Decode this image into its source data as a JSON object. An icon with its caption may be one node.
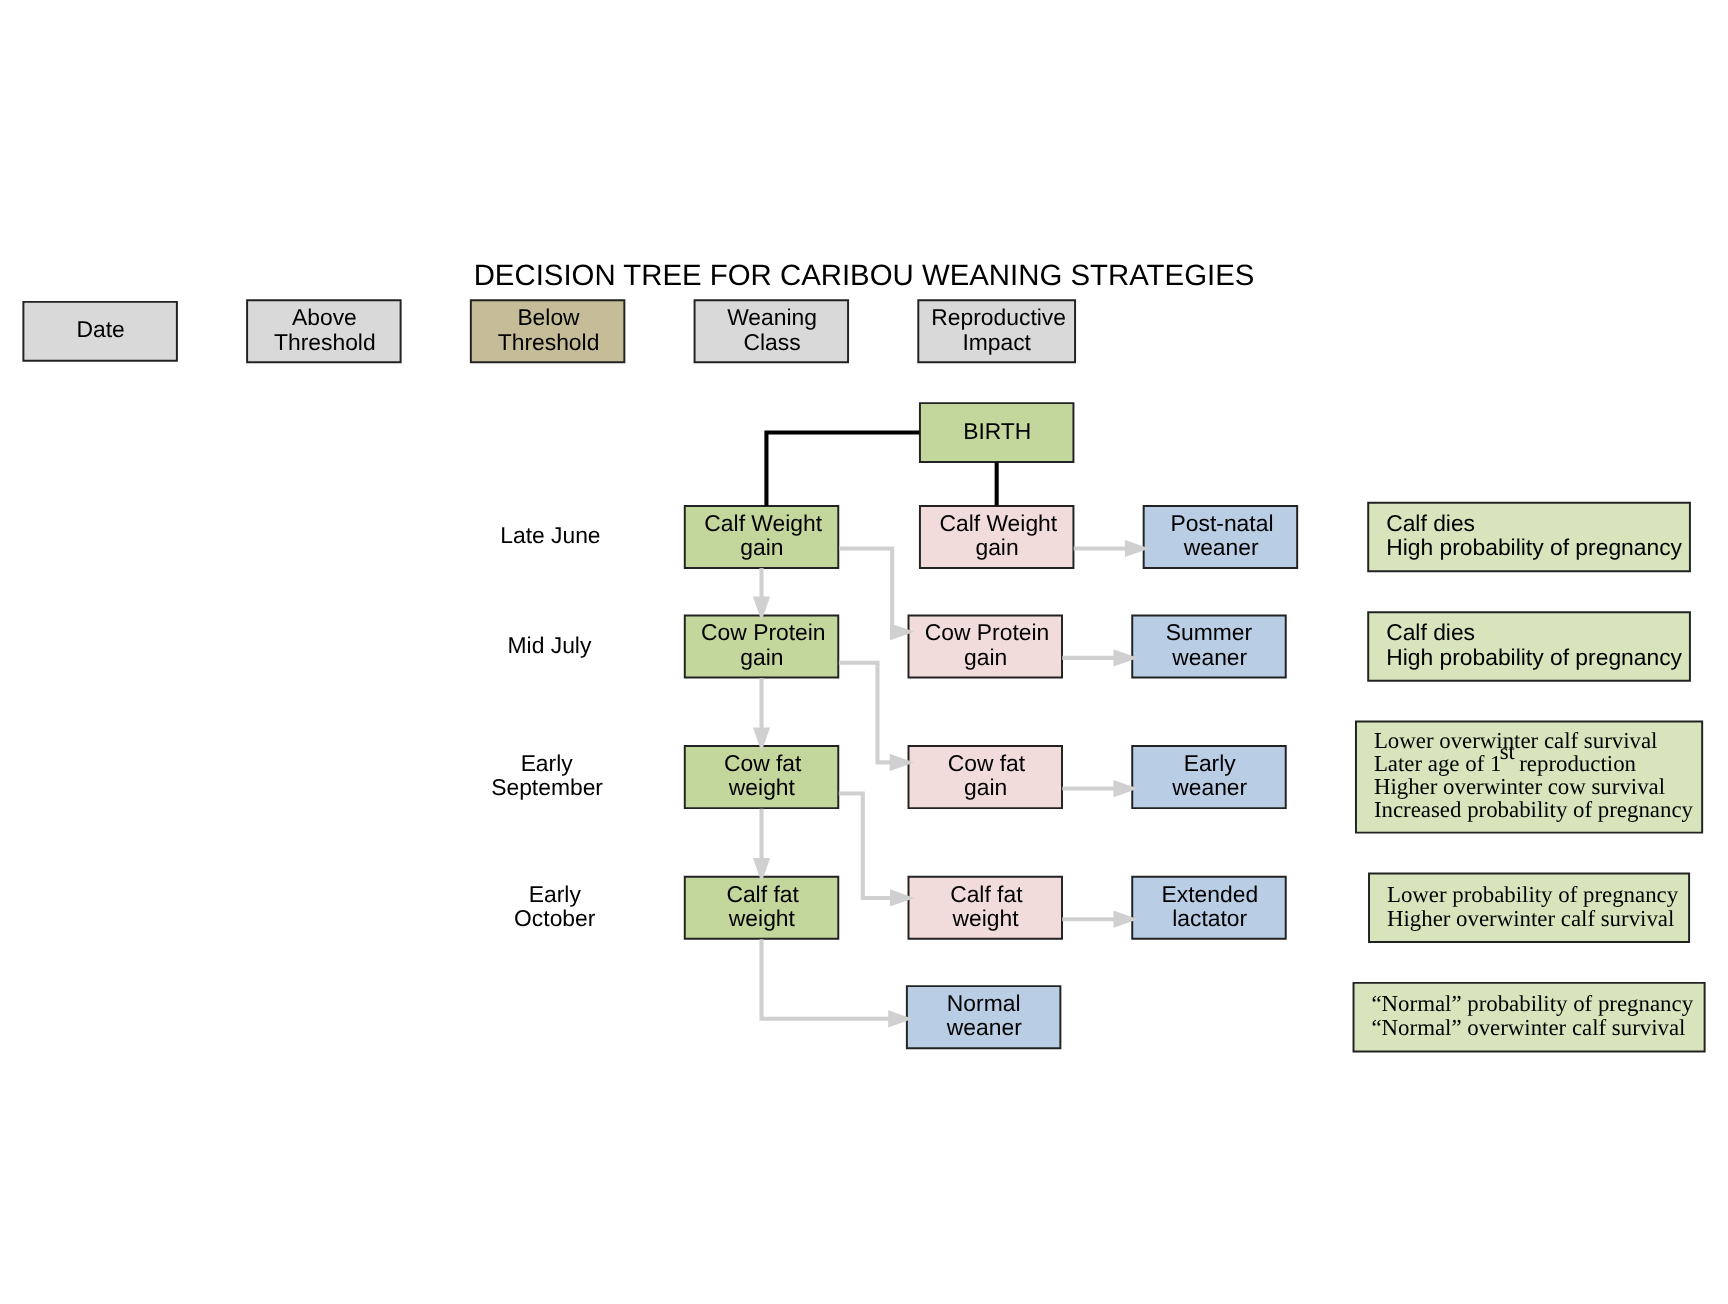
{
  "diagram": {
    "title": "DECISION TREE FOR CARIBOU WEANING STRATEGIES",
    "nodes": [
      {
        "text": [
          "Date"
        ]
      },
      {
        "text": [
          "Above Threshold"
        ]
      },
      {
        "text": [
          "Below Threshold"
        ]
      },
      {
        "text": [
          "Weaning Class"
        ]
      },
      {
        "text": [
          "Reproductive Impact"
        ]
      },
      {
        "text": [
          "BIRTH"
        ]
      },
      {
        "text": [
          "Calf Weight gain"
        ]
      },
      {
        "text": [
          "Calf Weight gain"
        ]
      },
      {
        "text": [
          "Post-natal weaner"
        ]
      },
      {
        "text": [
          "Calf dies",
          "High probability of pregnancy"
        ]
      },
      {
        "text": [
          "Cow Protein gain"
        ]
      },
      {
        "text": [
          "Cow Protein gain"
        ]
      },
      {
        "text": [
          "Summer weaner"
        ]
      },
      {
        "text": [
          "Calf dies",
          "High probability of pregnancy"
        ]
      },
      {
        "text": [
          "Cow fat weight"
        ]
      },
      {
        "text": [
          "Cow fat gain"
        ]
      },
      {
        "text": [
          "Early weaner"
        ]
      },
      {
        "text": [
          "Lower overwinter calf survival",
          "Later age of 1$^{st}$ reproduction",
          "Higher overwinter cow survival",
          "Increased probability of pregnancy"
        ]
      },
      {
        "text": [
          "Calf fat weight"
        ]
      },
      {
        "text": [
          "Calf fat weight"
        ]
      },
      {
        "text": [
          "Extended lactator"
        ]
      },
      {
        "text": [
          "Lower probability of pregnancy",
          "Higher overwinter calf survival"
        ]
      },
      {
        "text": [
          "Normal weaner"
        ]
      },
      {
        "text": [
          "“Normal” probability of pregnancy",
          "“Normal” overwinter calf survival"
        ]
      }
    ],
    "edges": [
      {
        "from": 5,
        "to": 6,
        "arrow": "none",
        "color": "#000000"
      },
      {
        "from": 5,
        "to": 7,
        "arrow": "none",
        "color": "#000000"
      },
      {
        "from": 7,
        "to": 8,
        "arrow": "to"
      },
      {
        "from": 6,
        "to": 10,
        "arrow": "to"
      },
      {
        "from": 6,
        "to": 11,
        "arrow": "to"
      },
      {
        "from": 11,
        "to": 12,
        "arrow": "to"
      },
      {
        "from": 10,
        "to": 14,
        "arrow": "to"
      },
      {
        "from": 10,
        "to": 15,
        "arrow": "to"
      },
      {
        "from": 15,
        "to": 16,
        "arrow": "to"
      },
      {
        "from": 14,
        "to": 18,
        "arrow": "to"
      },
      {
        "from": 14,
        "to": 19,
        "arrow": "to"
      },
      {
        "from": 19,
        "to": 20,
        "arrow": "to"
      },
      {
        "from": 18,
        "to": 22,
        "arrow": "to"
      }
    ],
    "labels": [
      "Late June",
      "Mid July",
      "Early September",
      "Early October"
    ]
  }
}
